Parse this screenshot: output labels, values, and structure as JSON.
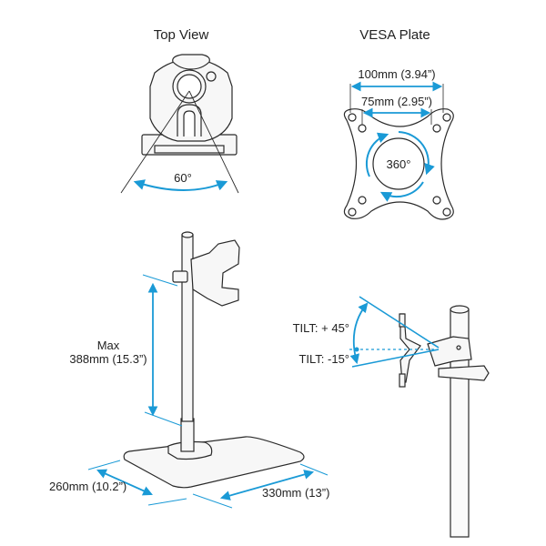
{
  "colors": {
    "accent": "#1a9ad6",
    "line": "#2a2a2a",
    "fill": "#f4f4f4"
  },
  "top_view": {
    "title": "Top View",
    "angle": "60°"
  },
  "vesa_plate": {
    "title": "VESA Plate",
    "outer": "100mm (3.94”)",
    "inner": "75mm (2.95”)",
    "rotation": "360°"
  },
  "stand": {
    "height_label_1": "Max",
    "height_label_2": "388mm (15.3”)",
    "depth": "260mm (10.2”)",
    "width": "330mm (13”)"
  },
  "tilt": {
    "up": "TILT: + 45°",
    "down": "TILT: -15°"
  }
}
